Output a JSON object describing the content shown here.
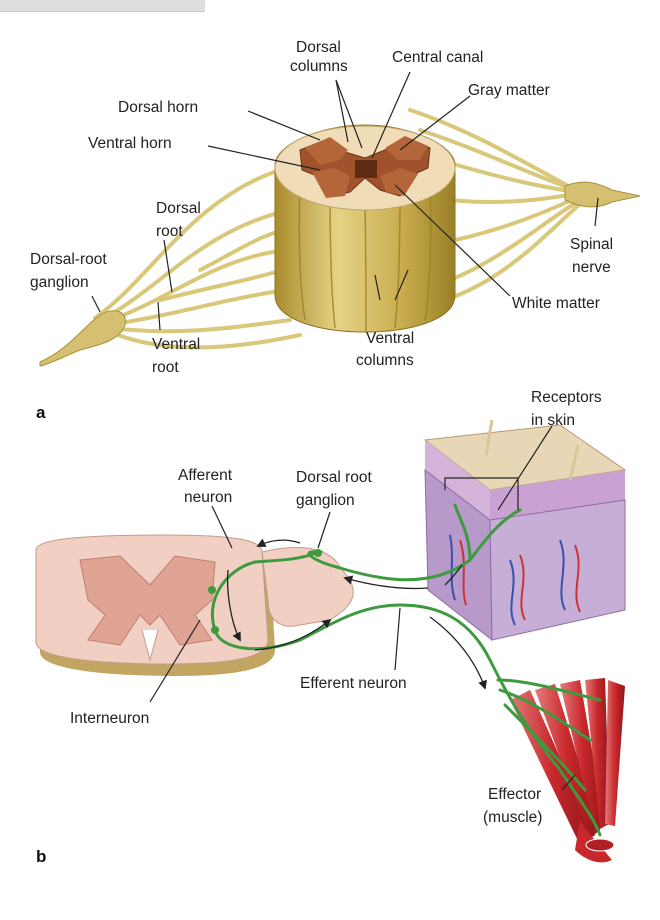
{
  "panel_a": {
    "letter": "a",
    "labels": {
      "dorsal_columns": [
        "Dorsal",
        "columns"
      ],
      "central_canal": "Central canal",
      "gray_matter": "Gray matter",
      "dorsal_horn": "Dorsal horn",
      "ventral_horn": "Ventral horn",
      "dorsal_root": [
        "Dorsal",
        "root"
      ],
      "dorsal_root_ganglion": [
        "Dorsal-root",
        "ganglion"
      ],
      "ventral_root": [
        "Ventral",
        "root"
      ],
      "ventral_columns": [
        "Ventral",
        "columns"
      ],
      "white_matter": "White matter",
      "spinal_nerve": [
        "Spinal",
        "nerve"
      ]
    }
  },
  "panel_b": {
    "letter": "b",
    "labels": {
      "receptors": [
        "Receptors",
        "in skin"
      ],
      "afferent_neuron": [
        "Afferent",
        "neuron"
      ],
      "dorsal_root_ganglion": [
        "Dorsal root",
        "ganglion"
      ],
      "efferent_neuron": "Efferent neuron",
      "interneuron": "Interneuron",
      "effector": [
        "Effector",
        "(muscle)"
      ]
    }
  },
  "colors": {
    "nerve": "#d9c77a",
    "cord_white": "#c8b25a",
    "gray_matter": "#a0522d",
    "neuron_green": "#3e9a3e",
    "muscle_red": "#c8282d",
    "skin_purple": "#b79ac9",
    "section_pink": "#f1cfc3"
  }
}
